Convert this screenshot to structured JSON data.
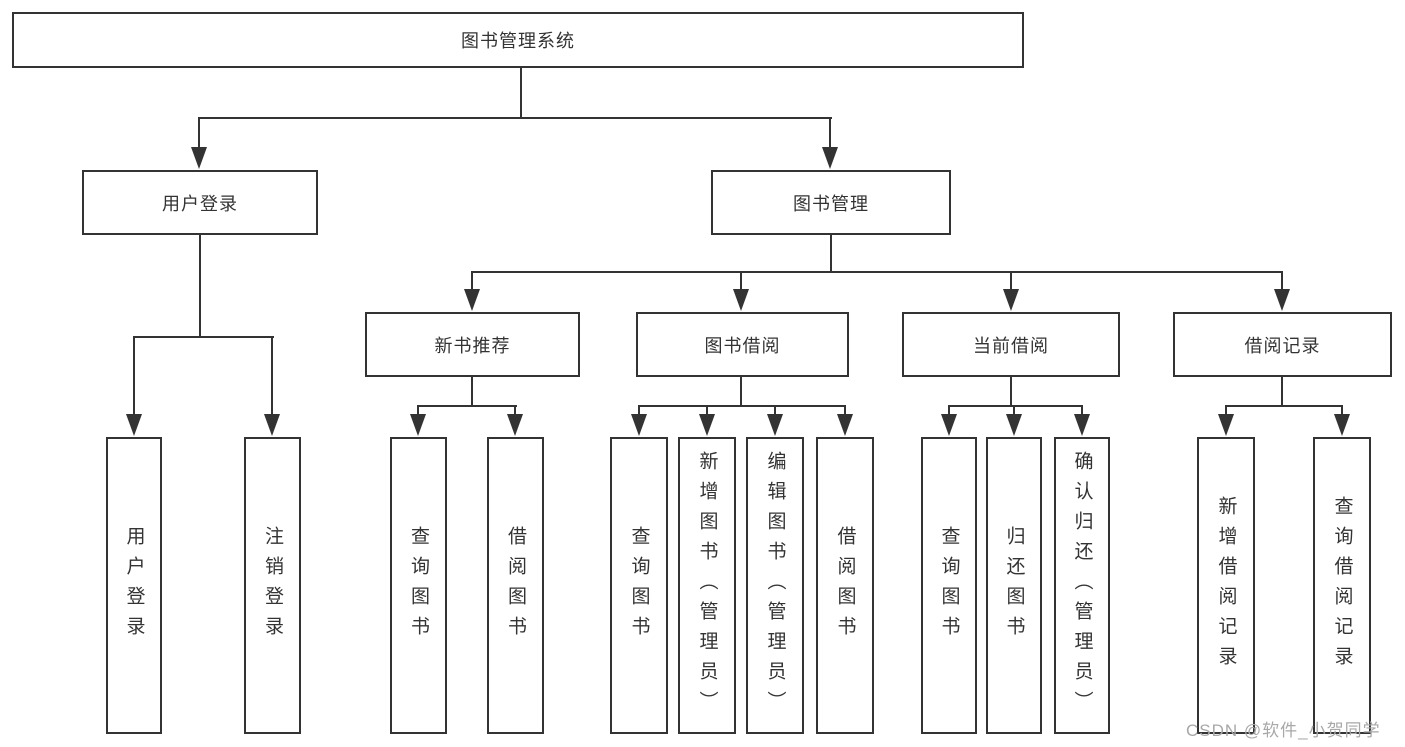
{
  "diagram": {
    "root": {
      "label": "图书管理系统"
    },
    "level2": [
      {
        "label": "用户登录",
        "children": [
          {
            "label": "用户登录"
          },
          {
            "label": "注销登录"
          }
        ]
      },
      {
        "label": "图书管理",
        "children": [
          {
            "label": "新书推荐",
            "children": [
              {
                "label": "查询图书"
              },
              {
                "label": "借阅图书"
              }
            ]
          },
          {
            "label": "图书借阅",
            "children": [
              {
                "label": "查询图书"
              },
              {
                "label": "新增图书（管理员）"
              },
              {
                "label": "编辑图书（管理员）"
              },
              {
                "label": "借阅图书"
              }
            ]
          },
          {
            "label": "当前借阅",
            "children": [
              {
                "label": "查询图书"
              },
              {
                "label": "归还图书"
              },
              {
                "label": "确认归还（管理员）"
              }
            ]
          },
          {
            "label": "借阅记录",
            "children": [
              {
                "label": "新增借阅记录"
              },
              {
                "label": "查询借阅记录"
              }
            ]
          }
        ]
      }
    ]
  },
  "watermark": {
    "text": "CSDN @软件_小贺同学"
  },
  "colors": {
    "line": "#333333",
    "text": "#333333",
    "background": "#ffffff",
    "watermark": "#a8a8a8"
  }
}
